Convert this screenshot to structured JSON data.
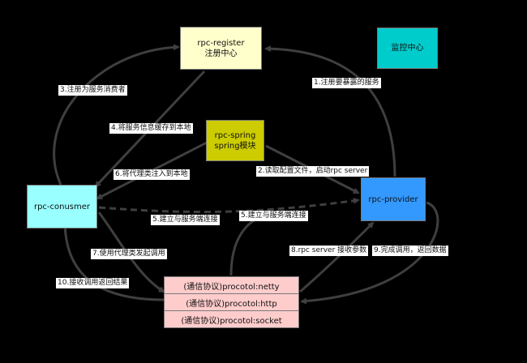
{
  "colors": {
    "register": "#ffffcc",
    "monitor": "#00cccc",
    "spring": "#cccc00",
    "consumer": "#99ffff",
    "provider": "#3399ff",
    "protocol": "#ffcccc",
    "edge": "#3f3f3f"
  },
  "nodes": {
    "register": {
      "line1": "rpc-register",
      "line2": "注册中心"
    },
    "monitor": {
      "label": "监控中心"
    },
    "spring": {
      "line1": "rpc-spring",
      "line2": "spring模块"
    },
    "consumer": {
      "label": "rpc-conusmer"
    },
    "provider": {
      "label": "rpc-provider"
    },
    "protocols": [
      "(通信协议)procotol:netty",
      "(通信协议)procotol:http",
      "(通信协议)procotol:socket"
    ]
  },
  "edges": {
    "e1": "1.注册要暴露的服务",
    "e2": "2.读取配置文件，启动rpc server",
    "e3": "3.注册为服务消费者",
    "e4": "4.将服务信息缓存到本地",
    "e5a": "5.建立与服务端连接",
    "e5b": "5.建立与服务端连接",
    "e6": "6.将代理类注入到本地",
    "e7": "7.使用代理类发起调用",
    "e8": "8.rpc server 接收参数",
    "e9": "9.完成调用，返回数据",
    "e10": "10.接收调用返回结果"
  }
}
